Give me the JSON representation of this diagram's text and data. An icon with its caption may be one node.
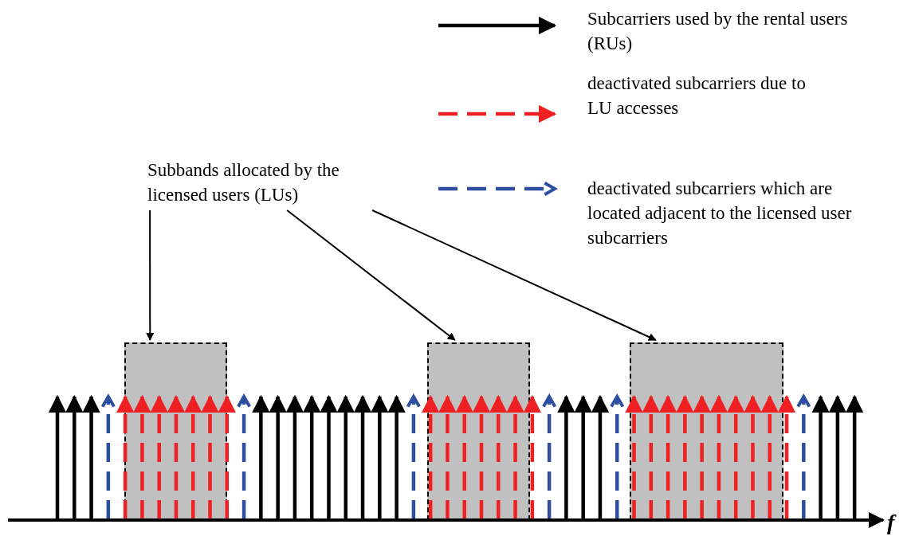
{
  "diagram": {
    "nodes": [
      {
        "text": [
          "Subbands allocated by the licensed users (LUs)"
        ]
      },
      {
        "text": [],
        "shape": "box"
      },
      {
        "text": [],
        "shape": "box"
      },
      {
        "text": [],
        "shape": "box"
      }
    ],
    "edges": [
      {
        "from": 0,
        "to": 1,
        "arrow": "to"
      },
      {
        "from": 0,
        "to": 2,
        "arrow": "to"
      },
      {
        "from": 0,
        "to": 3,
        "arrow": "to"
      }
    ],
    "labels": [
      "f"
    ],
    "legend": [
      {
        "text": "Subcarriers used by the rental users (RUs)"
      },
      {
        "text": "deactivated subcarriers due to LU accesses"
      },
      {
        "text": "deactivated subcarriers which are located adjacent to the licensed user subcarriers"
      }
    ]
  }
}
